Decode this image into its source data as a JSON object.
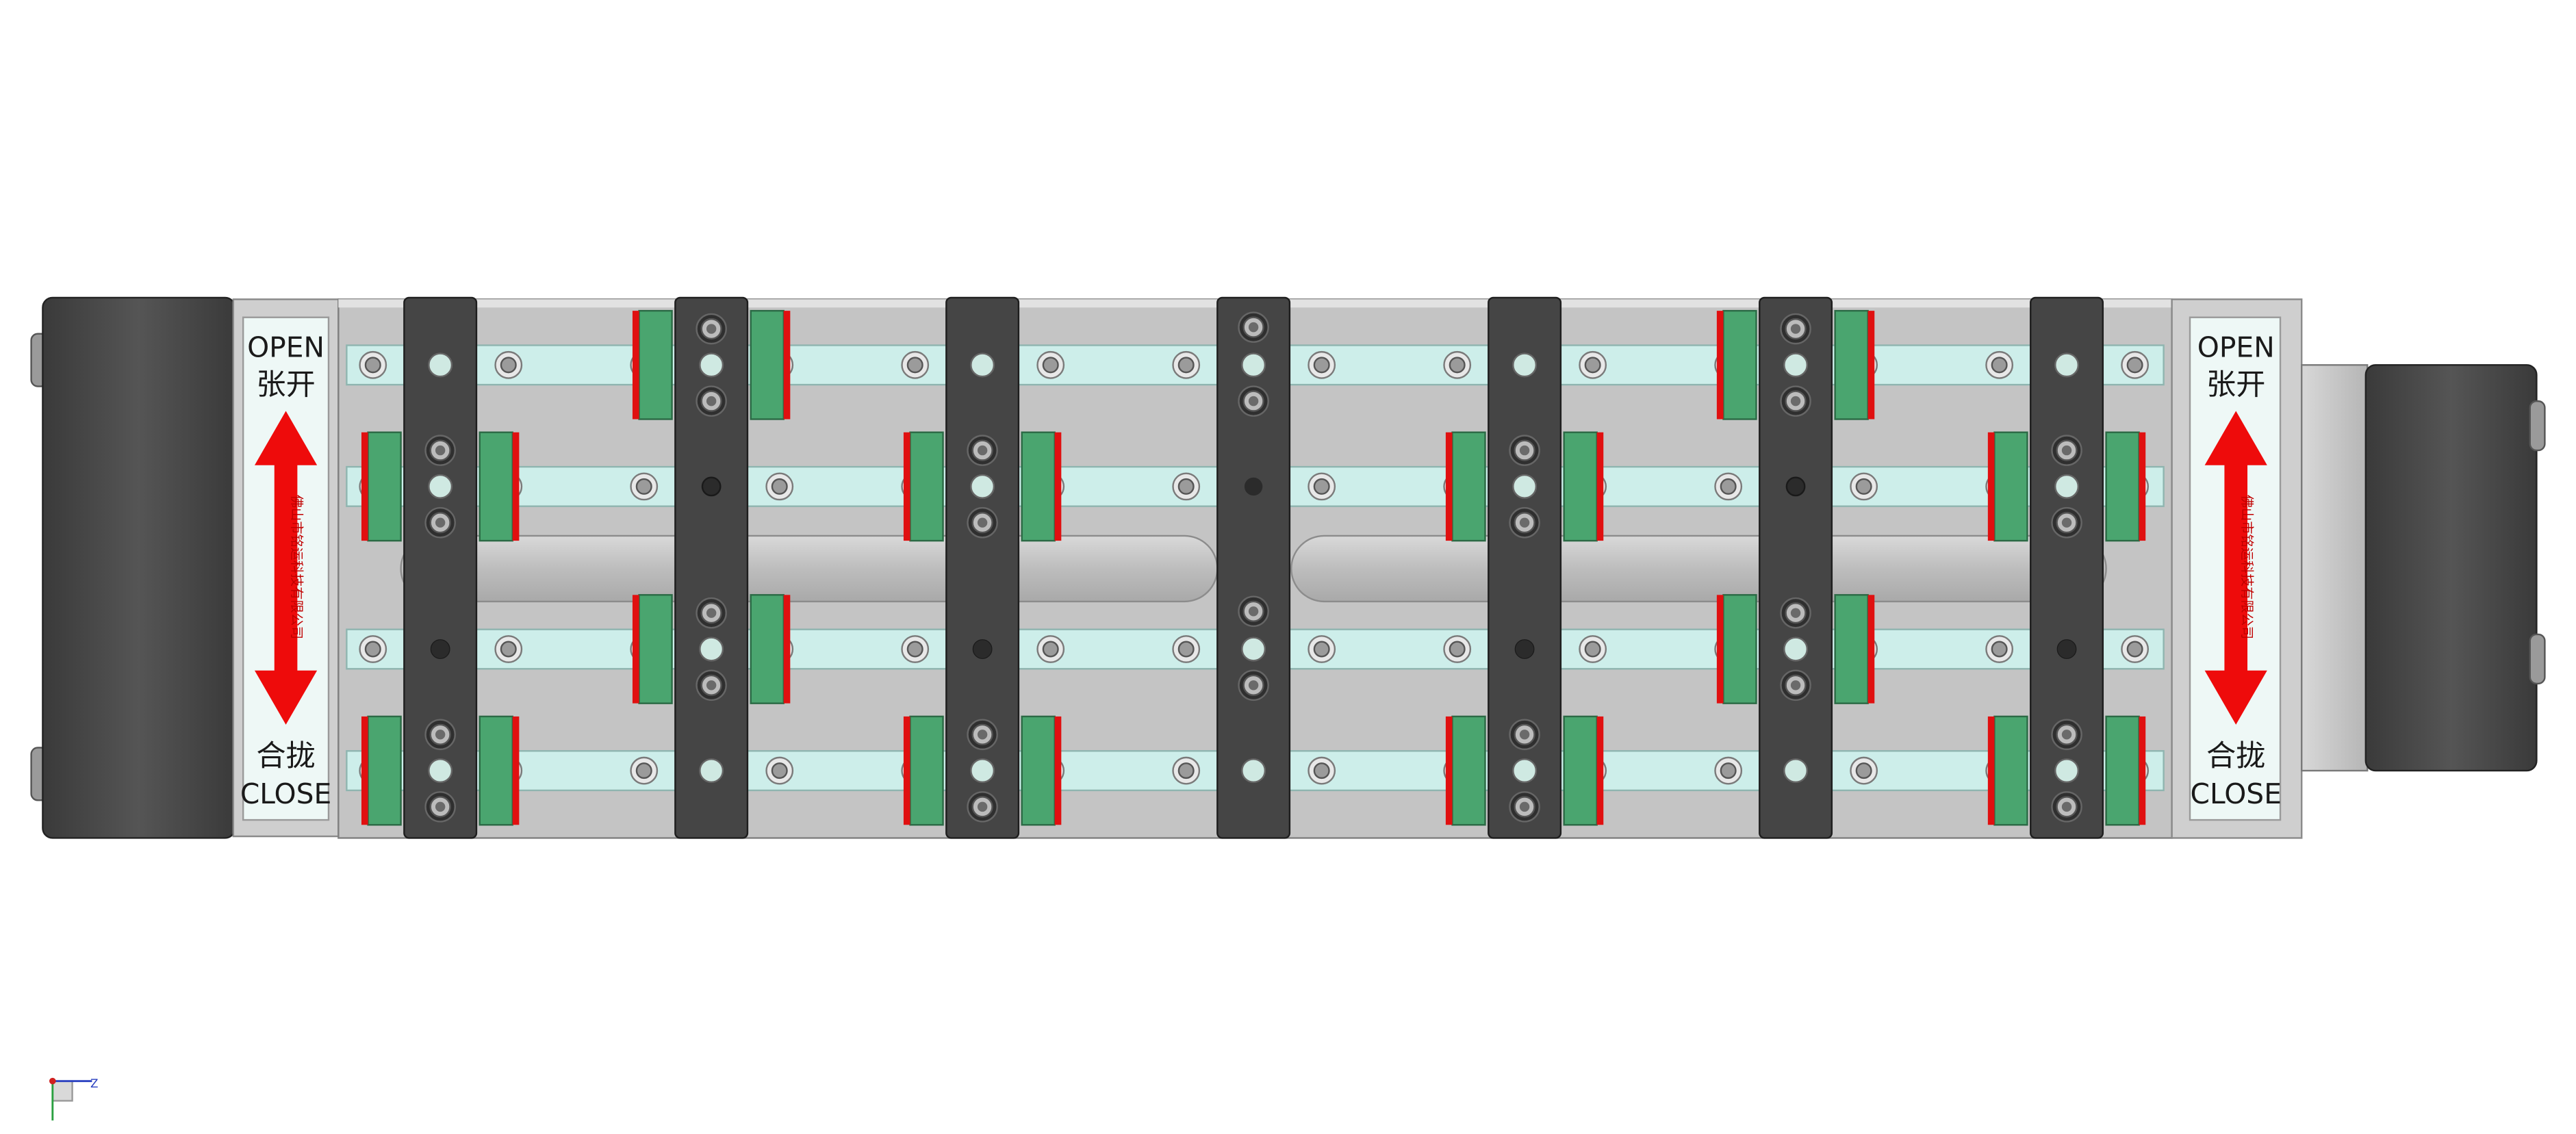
{
  "labels": {
    "left": {
      "open_en": "OPEN",
      "open_cn": "张开",
      "close_cn": "合拢",
      "close_en": "CLOSE",
      "company": "佛山市铭运科技有限公司"
    },
    "right": {
      "open_en": "OPEN",
      "open_cn": "张开",
      "close_cn": "合拢",
      "close_en": "CLOSE",
      "company": "佛山市铭运科技有限公司"
    }
  },
  "triad": {
    "axis": "Z"
  },
  "colors": {
    "motor": "#4a4a4a",
    "plate": "#c2c2c2",
    "rail": "#cdeeea",
    "carrier": "#454545",
    "block_green": "#4aa56f",
    "block_red": "#e01010",
    "arrow": "#ee0b0b"
  },
  "icons": [
    "double-headed-arrow-icon",
    "coordinate-triad-icon"
  ]
}
